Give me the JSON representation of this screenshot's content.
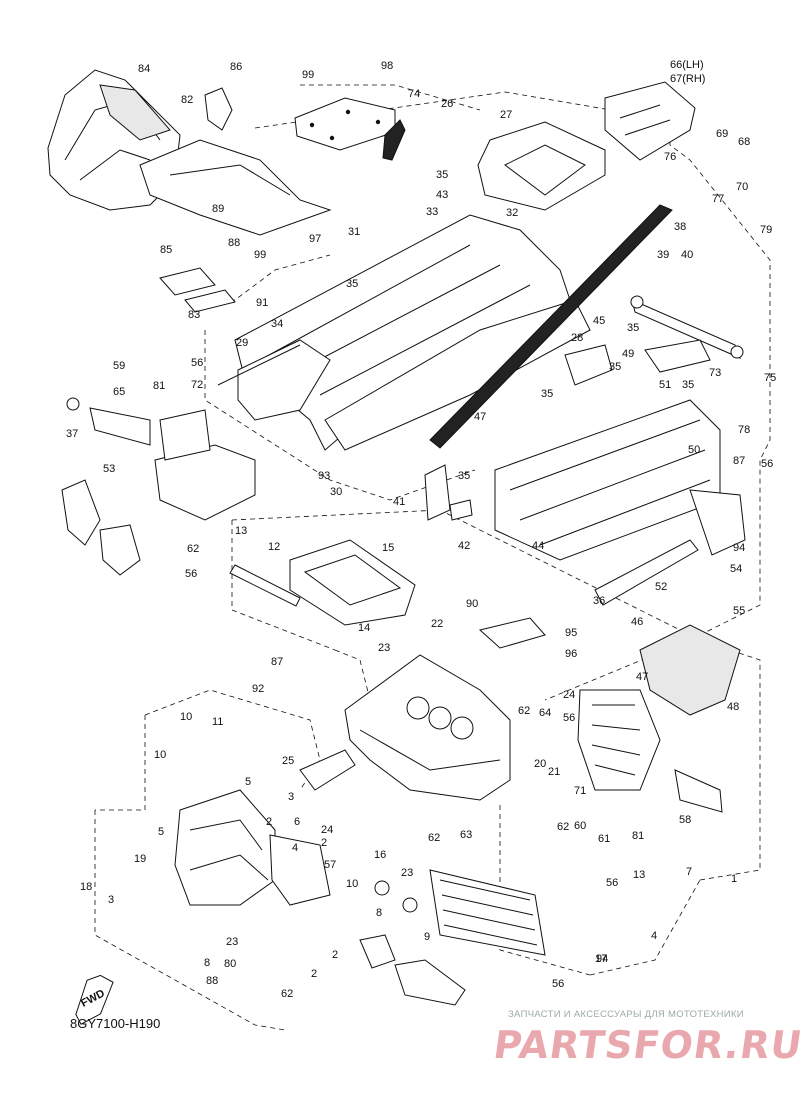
{
  "diagram": {
    "ref_code": "8GY7100-H190",
    "fwd_label": "FWD",
    "watermark": {
      "tagline": "ЗАПЧАСТИ И АКСЕССУАРЫ ДЛЯ МОТОТЕХНИКИ",
      "logo": "PARTSFOR.RU"
    },
    "callouts": [
      "84",
      "86",
      "99",
      "98",
      "74",
      "26",
      "66(LH)",
      "67(RH)",
      "82",
      "27",
      "76",
      "69",
      "68",
      "70",
      "77",
      "35",
      "43",
      "33",
      "32",
      "31",
      "97",
      "99",
      "85",
      "35",
      "91",
      "89",
      "88",
      "83",
      "34",
      "29",
      "38",
      "39",
      "40",
      "79",
      "45",
      "28",
      "35",
      "49",
      "35",
      "51",
      "35",
      "73",
      "75",
      "78",
      "56",
      "59",
      "65",
      "56",
      "72",
      "81",
      "37",
      "35",
      "47",
      "50",
      "87",
      "93",
      "30",
      "41",
      "35",
      "42",
      "44",
      "94",
      "53",
      "52",
      "54",
      "55",
      "36",
      "13",
      "12",
      "15",
      "62",
      "56",
      "46",
      "22",
      "90",
      "95",
      "96",
      "14",
      "23",
      "47",
      "48",
      "87",
      "92",
      "24",
      "56",
      "62",
      "64",
      "10",
      "11",
      "25",
      "10",
      "5",
      "2",
      "3",
      "24",
      "20",
      "21",
      "71",
      "58",
      "5",
      "6",
      "2",
      "4",
      "57",
      "62",
      "60",
      "61",
      "56",
      "81",
      "7",
      "1",
      "19",
      "18",
      "16",
      "23",
      "63",
      "62",
      "13",
      "17",
      "10",
      "8",
      "3",
      "2",
      "23",
      "80",
      "9",
      "4",
      "2",
      "8",
      "88",
      "62",
      "56",
      "94"
    ]
  },
  "colors": {
    "ink": "#111111",
    "watermark_logo": "#e8a8ae",
    "watermark_tag": "#99aaaa"
  }
}
